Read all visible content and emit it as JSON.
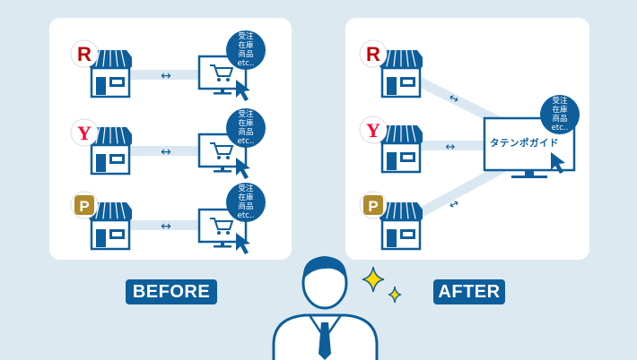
{
  "labels": {
    "before": "BEFORE",
    "after": "AFTER"
  },
  "bubble": {
    "line1": "受注",
    "line2": "在庫",
    "line3": "商品",
    "line4": "etc.."
  },
  "after_app_name": "タテンポガイド",
  "marketplaces": [
    {
      "name": "rakuten",
      "icon": "rakuten-r-icon",
      "glyph": "R"
    },
    {
      "name": "yahoo",
      "icon": "yahoo-y-icon",
      "glyph": "Y"
    },
    {
      "name": "paypay",
      "icon": "paypay-p-icon",
      "glyph": "P"
    }
  ],
  "arrow_glyph": "↔",
  "colors": {
    "background": "#dde9f1",
    "panel": "#ffffff",
    "brand_blue": "#0d5e9b",
    "connector": "#dbe8f2",
    "rakuten_red": "#bf0000",
    "yahoo_red": "#ff0033",
    "paypay_gold": "#b08a2e",
    "sparkle": "#ffd800"
  }
}
